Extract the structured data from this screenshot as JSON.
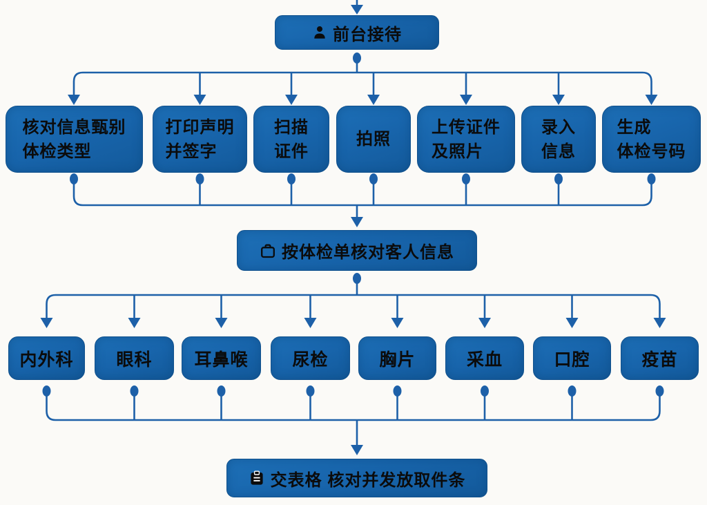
{
  "colors": {
    "box_fill": "#1865ac",
    "box_fill_dark": "#135a9b",
    "box_border": "#10508c",
    "connector": "#1d60a8",
    "text": "#0b0b0b",
    "background": "#fbfaf7"
  },
  "icons": {
    "reception": "user-icon",
    "verify": "clipboard-outline-icon",
    "final": "clipboard-filled-icon"
  },
  "nodes": {
    "reception": {
      "label": "前台接待"
    },
    "tasks": [
      {
        "lines": [
          "核对信息甄别",
          "体检类型"
        ]
      },
      {
        "lines": [
          "打印声明",
          "并签字"
        ]
      },
      {
        "lines": [
          "扫描",
          "证件"
        ]
      },
      {
        "lines": [
          "拍照"
        ]
      },
      {
        "lines": [
          "上传证件",
          "及照片"
        ]
      },
      {
        "lines": [
          "录入",
          "信息"
        ]
      },
      {
        "lines": [
          "生成",
          "体检号码"
        ]
      }
    ],
    "verify": {
      "label": "按体检单核对客人信息"
    },
    "exams": [
      {
        "label": "内外科"
      },
      {
        "label": "眼科"
      },
      {
        "label": "耳鼻喉"
      },
      {
        "label": "尿检"
      },
      {
        "label": "胸片"
      },
      {
        "label": "采血"
      },
      {
        "label": "口腔"
      },
      {
        "label": "疫苗"
      }
    ],
    "final": {
      "label": "交表格 核对并发放取件条"
    }
  }
}
